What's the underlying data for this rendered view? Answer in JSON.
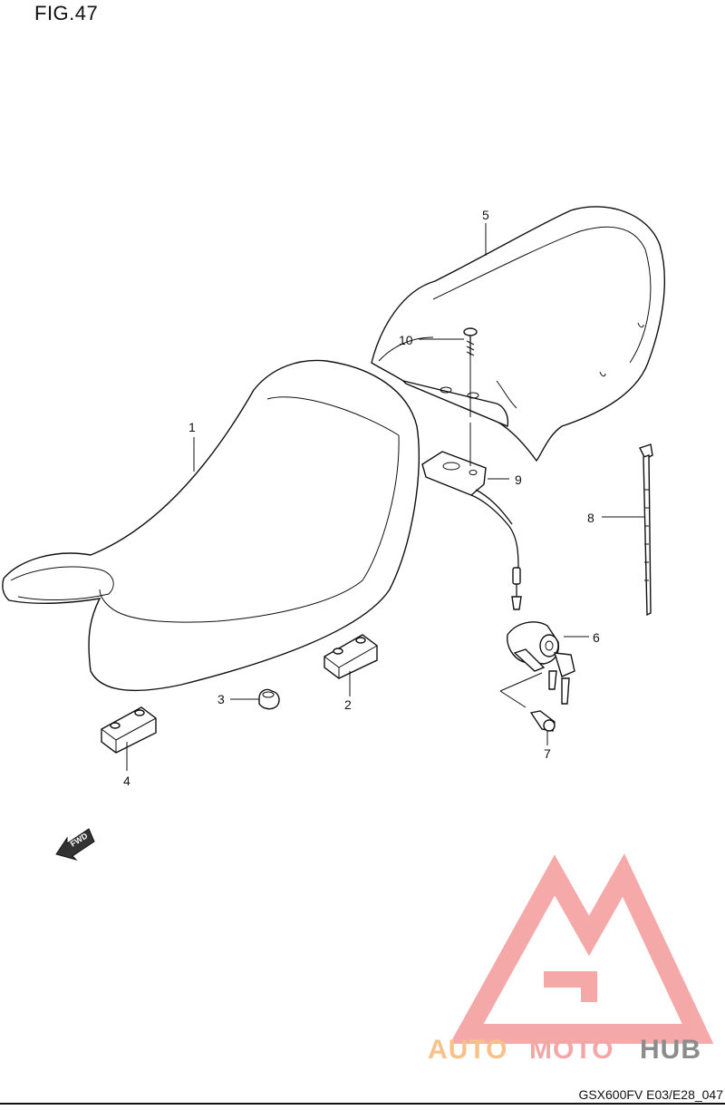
{
  "figure": {
    "title": "FIG.47",
    "code": "GSX600FV E03/E28_047"
  },
  "callouts": [
    {
      "id": "1",
      "label": "1"
    },
    {
      "id": "2",
      "label": "2"
    },
    {
      "id": "3",
      "label": "3"
    },
    {
      "id": "4",
      "label": "4"
    },
    {
      "id": "5",
      "label": "5"
    },
    {
      "id": "6",
      "label": "6"
    },
    {
      "id": "7",
      "label": "7"
    },
    {
      "id": "8",
      "label": "8"
    },
    {
      "id": "9",
      "label": "9"
    },
    {
      "id": "10",
      "label": "10"
    }
  ],
  "fwd_arrow": {
    "label": "FWD"
  },
  "watermark": {
    "text_a": "AUTO",
    "text_b": "MOTO",
    "text_c": "HUB",
    "color_a": "#f6c28a",
    "color_b": "#f4a6a6",
    "color_c": "#8c8c8c",
    "logo_color": "#f49a9a"
  }
}
